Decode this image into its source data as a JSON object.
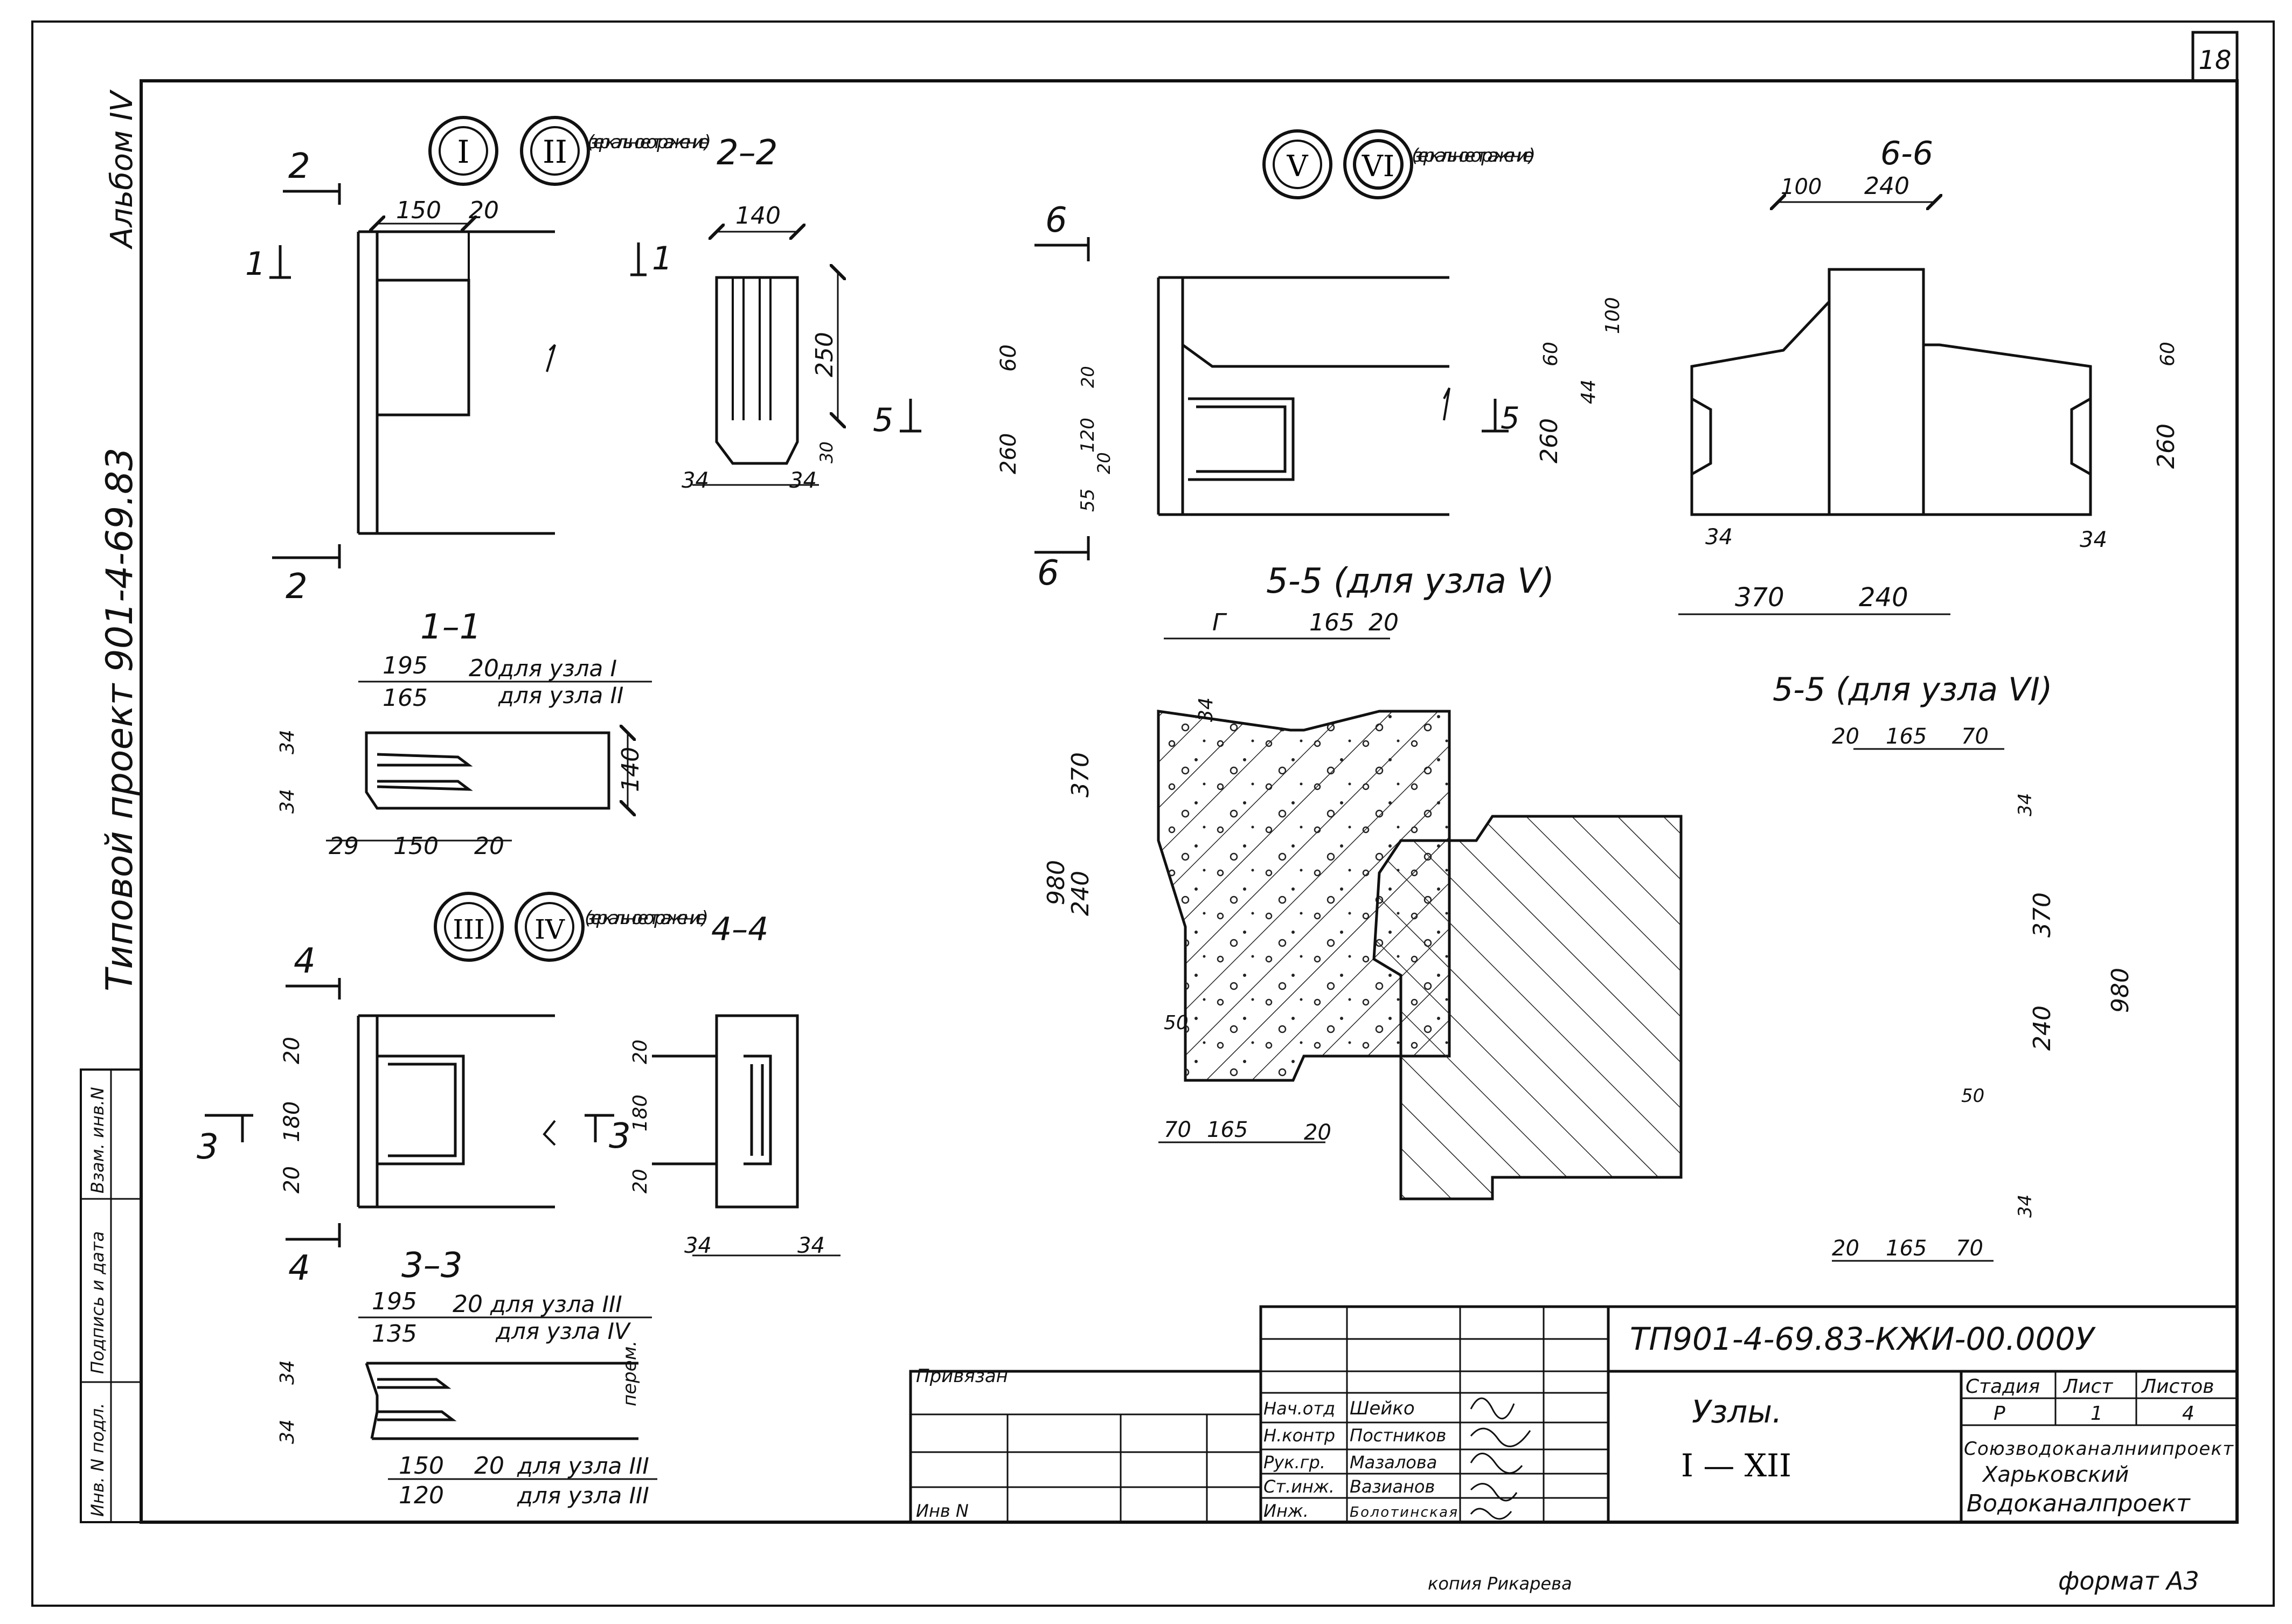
{
  "sheet": {
    "sheet_number": "18",
    "format_label": "формат А3",
    "copy_label": "копия Рикарева"
  },
  "side_stamp": {
    "album": "Альбом IV",
    "project": "Типовой проект 901-4-69.83",
    "cells": [
      "Взам. инв.N",
      "Подпись и дата",
      "Инв. N подл."
    ]
  },
  "nodes": {
    "group1": {
      "n1": "I",
      "n2": "II",
      "mirror": "(зеркальное отражение)",
      "section": "2–2"
    },
    "group2": {
      "n1": "III",
      "n2": "IV",
      "mirror": "(зеркальное отражение)",
      "section": "4–4"
    },
    "group3": {
      "n1": "V",
      "n2": "VI",
      "mirror": "(зеркальное отражение)",
      "section": "6-6"
    }
  },
  "section_labels": {
    "s11": "1–1",
    "s33": "3–3",
    "s55a": "5-5 (для узла V)",
    "s55b": "5-5 (для узла VI)",
    "for1": "для узла I",
    "for2": "для узла II",
    "for3": "для узла III",
    "for4": "для узла IV",
    "perem": "перем."
  },
  "dims": {
    "d150": "150",
    "d20": "20",
    "d140": "140",
    "d250": "250",
    "d34": "34",
    "d30": "30",
    "d195": "195",
    "d165": "165",
    "d29": "29",
    "d135": "135",
    "d120": "120",
    "d180": "180",
    "d100": "100",
    "d240": "240",
    "d60": "60",
    "d44": "44",
    "d260": "260",
    "d370": "370",
    "d55": "55",
    "d980": "980",
    "d50": "50",
    "d70": "70",
    "dG": "Г",
    "c1": "1",
    "c2": "2",
    "c3": "3",
    "c4": "4",
    "c5": "5",
    "c6": "6"
  },
  "title_block": {
    "doc_code": "ТП901-4-69.83-КЖИ-00.000У",
    "bound": "Привязан",
    "inv": "Инв N",
    "title": "Узлы.",
    "range": "I — XII",
    "stage_h": "Стадия",
    "sheet_h": "Лист",
    "sheets_h": "Листов",
    "stage": "Р",
    "sheet": "1",
    "sheets": "4",
    "org1": "Союзводоканалниипроект",
    "org2": "Харьковский",
    "org3": "Водоканалпроект",
    "roles": [
      {
        "role": "Нач.отд",
        "name": "Шейко"
      },
      {
        "role": "Н.контр",
        "name": "Постников"
      },
      {
        "role": "Рук.гр.",
        "name": "Мазалова"
      },
      {
        "role": "Ст.инж.",
        "name": "Вазианов"
      },
      {
        "role": "Инж.",
        "name": "Болотинская"
      }
    ]
  }
}
